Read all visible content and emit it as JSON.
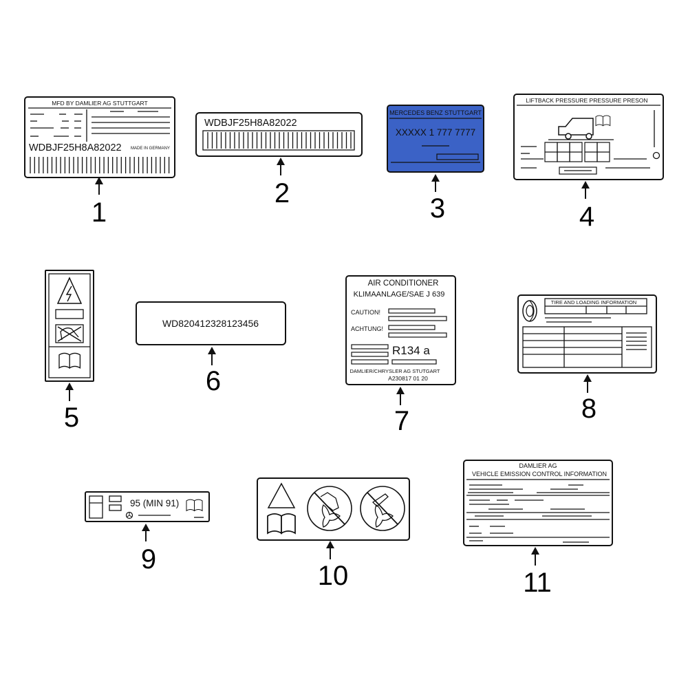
{
  "colors": {
    "stroke": "#111111",
    "blue_label": "#3b62c6",
    "background": "#ffffff"
  },
  "callouts": [
    "1",
    "2",
    "3",
    "4",
    "5",
    "6",
    "7",
    "8",
    "9",
    "10",
    "11"
  ],
  "label1": {
    "title": "MFD BY DAMLIER AG STUTTGART",
    "vin": "WDBJF25H8A82022",
    "made": "MADE IN GERMANY"
  },
  "label2": {
    "vin": "WDBJF25H8A82022"
  },
  "label3": {
    "title": "MERCEDES BENZ STUTTGART",
    "code": "XXXXX 1 777 7777"
  },
  "label4": {
    "title": "LIFTBACK PRESSURE PRESSURE PRESON",
    "icons": [
      "vehicle-icon",
      "manual-book-icon"
    ]
  },
  "label5": {
    "icons": [
      "electric-hazard-icon",
      "no-open-flame-icon",
      "manual-book-icon"
    ]
  },
  "label6": {
    "code": "WD820412328123456"
  },
  "label7": {
    "title1": "AIR CONDITIONER",
    "title2": "KLIMAANLAGE/SAE J 639",
    "caution": "CAUTION!",
    "achtung": "ACHTUNG!",
    "refrigerant": "R134 a",
    "maker": "DAMLIER/CHRYSLER AG STUTGART",
    "part": "A230817 01 20"
  },
  "label8": {
    "title": "TIRE AND LOADING INFORMATION",
    "icons": [
      "tire-icon"
    ]
  },
  "label9": {
    "fuel": "95 (MIN 91)",
    "icons": [
      "fuel-door-icon",
      "manual-book-icon",
      "mercedes-star-icon"
    ]
  },
  "label10": {
    "icons": [
      "warning-triangle-icon",
      "manual-book-icon",
      "no-hand-fan-icon",
      "no-tool-fan-icon"
    ]
  },
  "label11": {
    "title1": "DAMLIER AG",
    "title2": "VEHICLE EMISSION CONTROL INFORMATION"
  }
}
